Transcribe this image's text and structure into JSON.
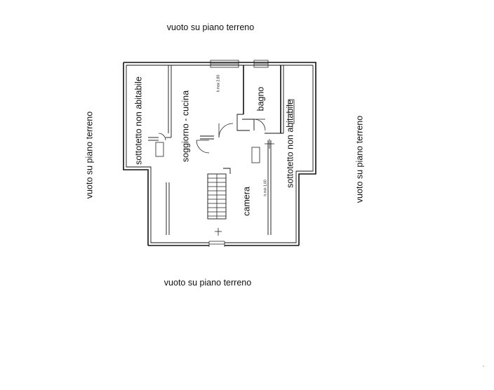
{
  "outside_labels": {
    "top": "vuoto su piano terreno",
    "bottom": "vuoto su piano terreno",
    "left": "vuoto su piano terreno",
    "right": "vuoto su piano terreno"
  },
  "rooms": {
    "soggiorno_cucina": "soggiorno - cucina",
    "bagno": "bagno",
    "camera": "camera",
    "sottotetto_left": "sottotetto non abitabile",
    "sottotetto_right": "sottotetto non abitabile"
  },
  "heights": {
    "hmax": "h.max 2,80",
    "hmin": "h.min 1,60"
  }
}
